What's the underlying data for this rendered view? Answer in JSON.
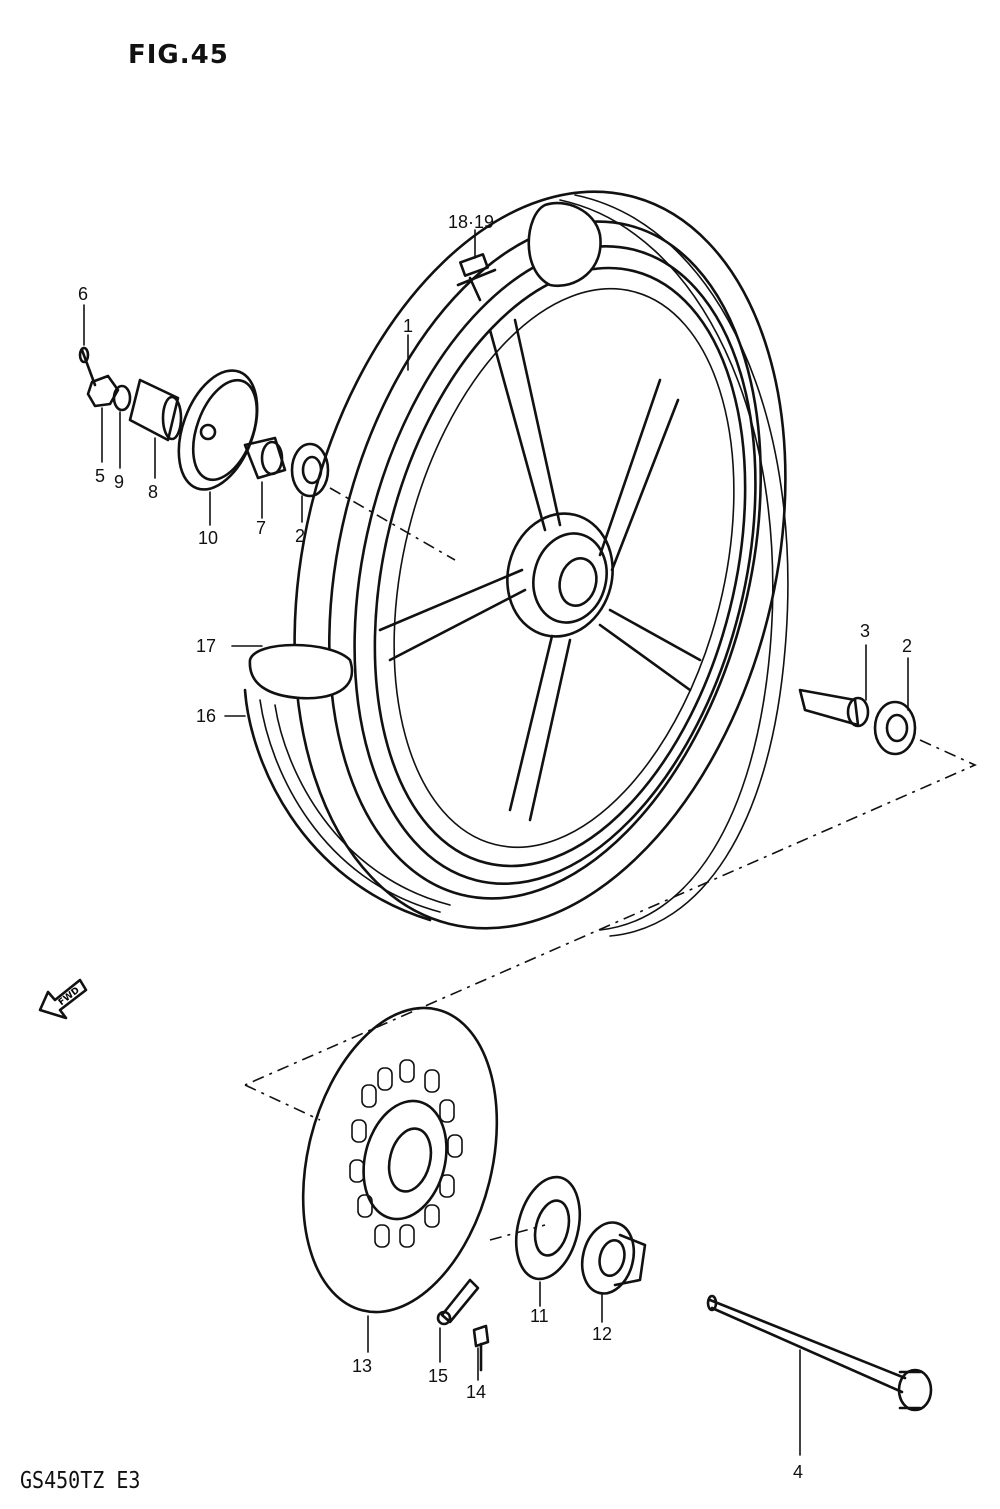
{
  "figure": {
    "title": "FIG.45",
    "model_code": "GS450TZ E3"
  },
  "callouts": {
    "p1": "1",
    "p2a": "2",
    "p2b": "2",
    "p3": "3",
    "p4": "4",
    "p5": "5",
    "p6": "6",
    "p7": "7",
    "p8": "8",
    "p9": "9",
    "p10": "10",
    "p11": "11",
    "p12": "12",
    "p13": "13",
    "p14": "14",
    "p15": "15",
    "p16": "16",
    "p17": "17",
    "p18_19": "18·19"
  },
  "icons": {
    "fwd_arrow": "forward-arrow-icon"
  }
}
